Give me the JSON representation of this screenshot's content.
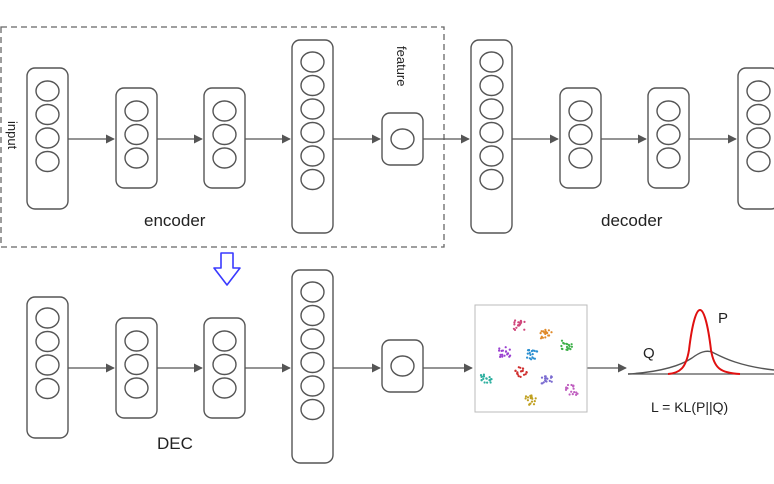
{
  "labels": {
    "input": "input",
    "feature": "feature",
    "encoder": "encoder",
    "decoder": "decoder",
    "dec": "DEC",
    "p": "P",
    "q": "Q",
    "loss": "L = KL(P||Q)"
  },
  "colors": {
    "stroke": "#555555",
    "arrow_down": "#3a3aff",
    "p_curve": "#e01010",
    "q_curve": "#555555",
    "scatter": [
      "#d0457a",
      "#e08a2a",
      "#9a3fd0",
      "#2a8fd0",
      "#3fb04a",
      "#d02f2f",
      "#7a6bd0",
      "#2fb0a0",
      "#c0a020",
      "#c05fc0"
    ]
  },
  "icons": {
    "down_arrow": "hollow-down-arrow-icon",
    "cluster_plot": "cluster-scatter-icon"
  }
}
